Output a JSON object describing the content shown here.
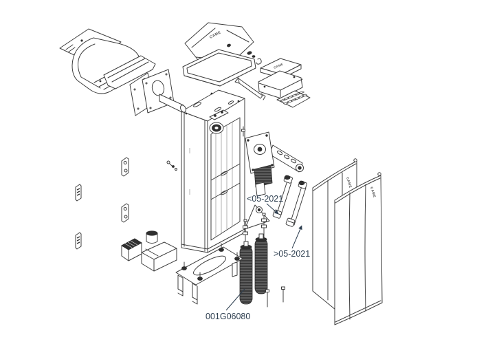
{
  "diagram": {
    "type": "exploded-parts-diagram",
    "background_color": "#ffffff",
    "line_color": "#3d3d3d",
    "label_color": "#2e3f50",
    "brand_logo": "CAME",
    "labels": {
      "variant_older": "<05-2021",
      "variant_newer": ">05-2021",
      "part_number": "001G06080"
    },
    "parts": [
      "head-door-panel",
      "head-cover-housing",
      "head-inner-channel",
      "head-flange-plates",
      "drive-shaft",
      "top-cover",
      "cover-gasket",
      "cable-grommets",
      "support-bar",
      "control-lid",
      "control-box",
      "control-board",
      "main-cabinet",
      "shaft-bearing",
      "gearmotor",
      "crank-arm",
      "spring-anchor-bracket",
      "threaded-rods",
      "balance-spring-left",
      "balance-spring-right",
      "fixing-pins",
      "tie-rod-older",
      "tie-rod-newer",
      "base-plate",
      "anchor-bolts",
      "transformer",
      "capacitor",
      "terminal-cover-box",
      "mounting-brackets",
      "screw-set",
      "side-door-rear",
      "side-door-front"
    ]
  }
}
